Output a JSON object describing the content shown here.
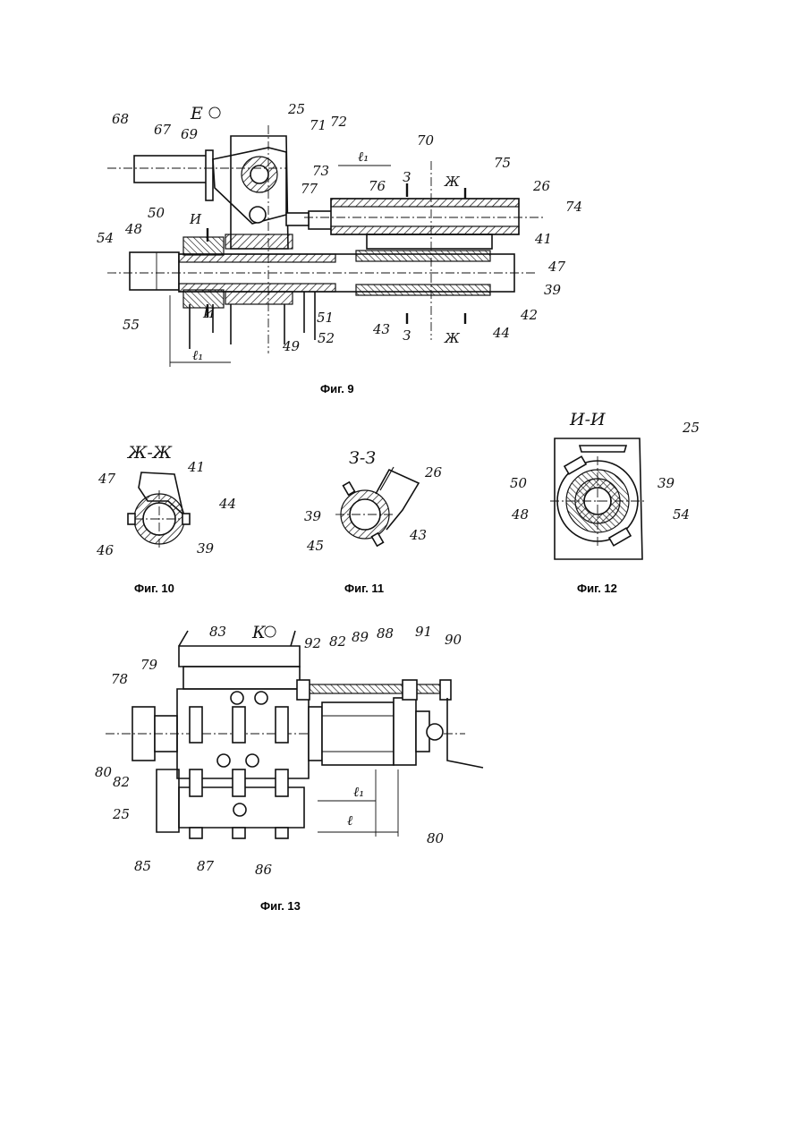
{
  "figures": [
    {
      "id": "fig9",
      "caption": "Фиг. 9",
      "view_label": "Е",
      "section_marks": [
        "И",
        "И",
        "З",
        "З",
        "Ж",
        "Ж"
      ],
      "dimension_labels": [
        "ℓ₁",
        "ℓ₁"
      ],
      "part_labels": [
        "68",
        "67",
        "69",
        "25",
        "71",
        "72",
        "70",
        "75",
        "26",
        "74",
        "73",
        "76",
        "77",
        "50",
        "54",
        "48",
        "41",
        "47",
        "55",
        "51",
        "52",
        "49",
        "43",
        "44",
        "42",
        "39"
      ]
    },
    {
      "id": "fig10",
      "caption": "Фиг. 10",
      "section_title": "Ж-Ж",
      "part_labels": [
        "47",
        "41",
        "44",
        "46",
        "39"
      ]
    },
    {
      "id": "fig11",
      "caption": "Фиг. 11",
      "section_title": "З-З",
      "part_labels": [
        "26",
        "39",
        "45",
        "43"
      ]
    },
    {
      "id": "fig12",
      "caption": "Фиг. 12",
      "section_title": "И-И",
      "part_labels": [
        "25",
        "50",
        "39",
        "48",
        "54"
      ]
    },
    {
      "id": "fig13",
      "caption": "Фиг. 13",
      "view_label": "К",
      "dimension_labels": [
        "ℓ₁",
        "ℓ"
      ],
      "part_labels": [
        "83",
        "92",
        "82",
        "89",
        "88",
        "91",
        "90",
        "78",
        "79",
        "80",
        "82",
        "25",
        "85",
        "87",
        "86",
        "80"
      ]
    }
  ]
}
